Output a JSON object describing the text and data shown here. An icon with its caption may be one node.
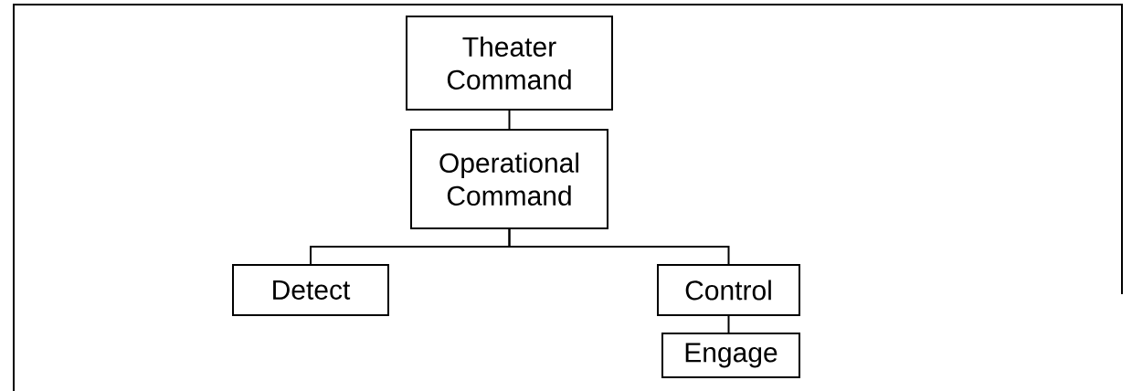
{
  "diagram": {
    "nodes": [
      {
        "text": [
          "Theater Command"
        ]
      },
      {
        "text": [
          "Operational Command"
        ]
      },
      {
        "text": [
          "Detect"
        ]
      },
      {
        "text": [
          "Control"
        ]
      },
      {
        "text": [
          "Engage"
        ]
      }
    ],
    "edges": [
      {
        "from": 0,
        "to": 1,
        "arrow": "none"
      },
      {
        "from": 1,
        "to": 2,
        "arrow": "none"
      },
      {
        "from": 1,
        "to": 3,
        "arrow": "none"
      },
      {
        "from": 3,
        "to": 4,
        "arrow": "none"
      }
    ]
  }
}
